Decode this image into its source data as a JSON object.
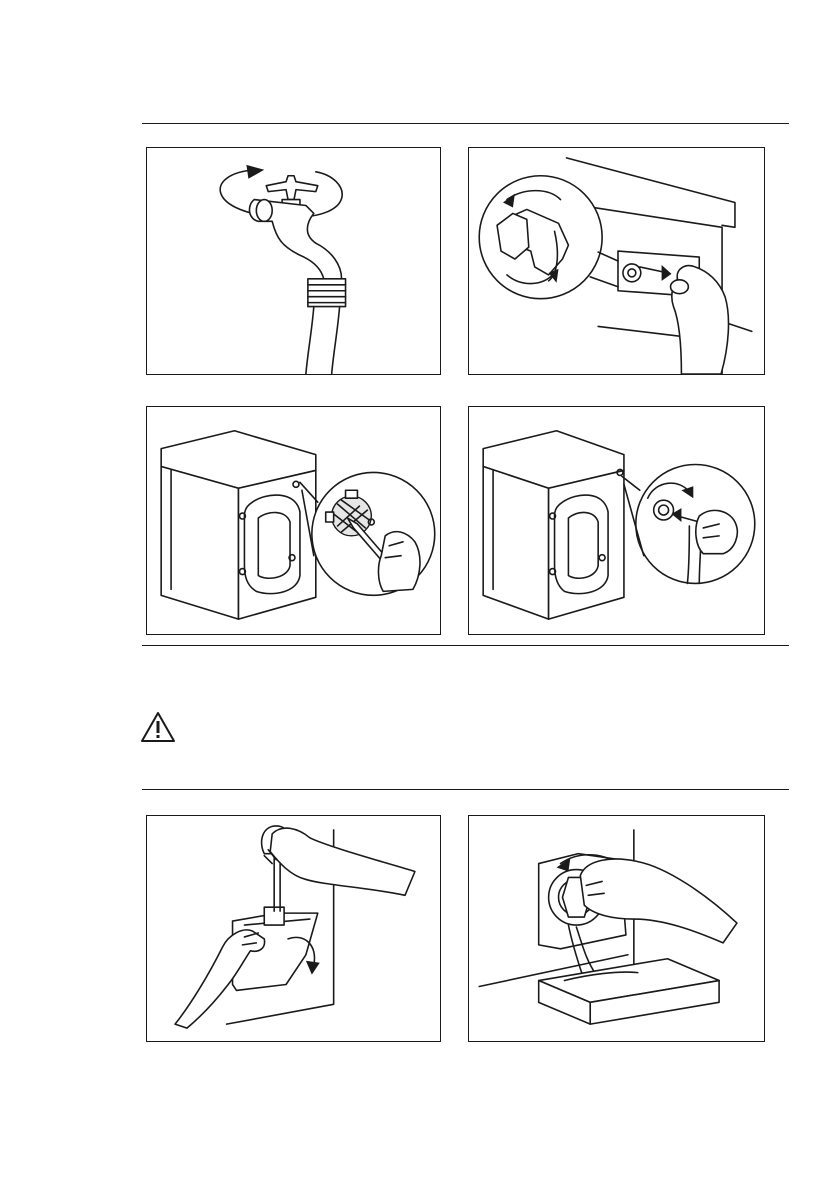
{
  "document": {
    "page": {
      "background": "#ffffff",
      "ink": "#1a1a1a"
    },
    "sections": [
      {
        "name": "inlet-filter-cleaning",
        "figures": [
          {
            "id": "fig1",
            "icon": "tap-turn-icon"
          },
          {
            "id": "fig2",
            "icon": "inlet-hose-unscrew-icon"
          },
          {
            "id": "fig3",
            "icon": "filter-brush-clean-icon"
          },
          {
            "id": "fig4",
            "icon": "inlet-hose-refit-icon"
          }
        ]
      },
      {
        "name": "warning-note",
        "icon": "warning-triangle-icon"
      },
      {
        "name": "drain-pump-emptying",
        "figures": [
          {
            "id": "fig5",
            "icon": "open-flap-screwdriver-icon"
          },
          {
            "id": "fig6",
            "icon": "drain-water-icon"
          }
        ]
      }
    ]
  }
}
